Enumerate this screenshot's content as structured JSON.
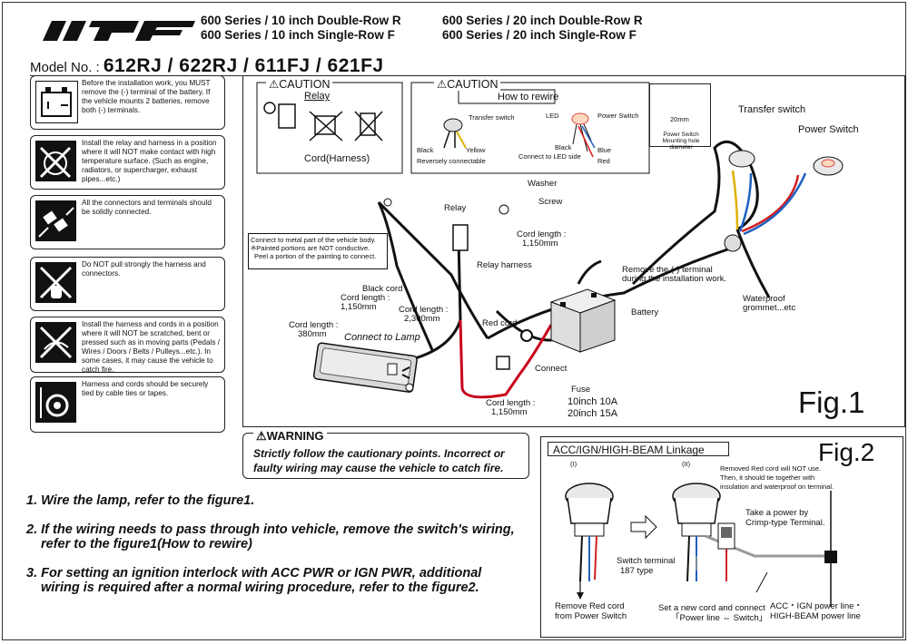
{
  "header": {
    "brand": "IPF",
    "series": [
      "600 Series / 10 inch Double-Row R",
      "600 Series / 10 inch Single-Row F",
      "600 Series / 20 inch Double-Row R",
      "600 Series / 20 inch Single-Row F"
    ],
    "model_label": "Model No. :",
    "model_numbers": "612RJ / 622RJ / 611FJ / 621FJ"
  },
  "cautions": [
    {
      "icon": "battery-terminal-icon",
      "text": "Before the installation work, you MUST remove the (-) terminal of the battery. If the vehicle mounts 2 batteries, remove both (-) terminals."
    },
    {
      "icon": "engine-heat-icon",
      "text": "Install the relay and harness in a position where it will NOT make contact with high temperature surface. (Such as engine, radiators, or supercharger, exhaust pipes...etc.)"
    },
    {
      "icon": "connector-icon",
      "text": "All the connectors and terminals should be solidly connected."
    },
    {
      "icon": "no-pull-icon",
      "text": "Do NOT pull strongly the harness and connectors."
    },
    {
      "icon": "moving-parts-icon",
      "text": "Install the harness and cords in a position where it will NOT be scratched, bent or pressed such as in moving parts (Pedals / Wires / Doors / Belts / Pulleys...etc.). In some cases, it may cause the vehicle to catch fire."
    },
    {
      "icon": "cable-tie-icon",
      "text": "Harness and cords should be securely tied by cable ties or tapes."
    }
  ],
  "figure1": {
    "caution1": {
      "title": "CAUTION",
      "relay": "Relay",
      "cord": "Cord(Harness)"
    },
    "caution2": {
      "title": "CAUTION",
      "rewire": "How to rewire",
      "transfer_switch": "Transfer switch",
      "black": "Black",
      "yellow": "Yellow",
      "reversely": "Reversely connectable",
      "led": "LED",
      "power_switch": "Power Switch",
      "black2": "Black",
      "blue": "Blue",
      "led_side": "Connect to LED side",
      "red": "Red"
    },
    "hole": {
      "size": "20mm",
      "caption": "Power Switch Mounting hole diameter"
    },
    "labels": {
      "transfer_switch": "Transfer switch",
      "power_switch": "Power Switch",
      "washer": "Washer",
      "screw": "Screw",
      "relay": "Relay",
      "cord_length_1150_a": "Cord length :",
      "len_1150_a": "1,150mm",
      "metal_note_1": "Connect to metal part of the vehicle body.",
      "metal_note_2": "※Painted portions are NOT conductive.",
      "metal_note_3": "Peel a portion of the painting to connect.",
      "relay_harness": "Relay harness",
      "remove_terminal_1": "Remove the (-) terminal",
      "remove_terminal_2": "during the installation work.",
      "waterproof_1": "Waterproof",
      "waterproof_2": "grommet...etc",
      "black_cord": "Black cord",
      "cord_length_1150_b": "Cord length :",
      "len_1150_b": "1,150mm",
      "cord_length_2300": "Cord length :",
      "len_2300": "2,300mm",
      "battery": "Battery",
      "cord_length_380": "Cord length :",
      "len_380": "380mm",
      "connect_to_lamp": "Connect to Lamp",
      "red_cord": "Red cord",
      "connect": "Connect",
      "fuse": "Fuse",
      "cord_length_1150_c": "Cord length :",
      "len_1150_c": "1,150mm",
      "fuse_10": "10inch 10A",
      "fuse_20": "20inch 15A",
      "fig": "Fig.1"
    }
  },
  "warning": {
    "title": "WARNING",
    "text": "Strictly follow the cautionary points. Incorrect or faulty wiring may cause the vehicle to catch fire."
  },
  "steps": [
    {
      "line1": "1. Wire the lamp, refer to the figure1.",
      "line2": ""
    },
    {
      "line1": "2. If the wiring needs to pass through into vehicle, remove the switch's wiring,",
      "line2": "refer to  the figure1(How to rewire)"
    },
    {
      "line1": "3. For setting an ignition interlock with ACC PWR or IGN PWR, additional",
      "line2": "wiring is required after a normal wiring procedure, refer to the figure2."
    }
  ],
  "figure2": {
    "title": "ACC/IGN/HIGH-BEAM Linkage",
    "fig": "Fig.2",
    "step_i": "(I)",
    "step_ii": "(II)",
    "removed_note_1": "Removed Red cord will NOT use.",
    "removed_note_2": "Then, it should tie together with",
    "removed_note_3": "insulation and waterproof on terminal.",
    "take_power_1": "Take a power by",
    "take_power_2": "Crimp-type Terminal.",
    "switch_terminal_1": "Switch terminal",
    "switch_terminal_2": "187 type",
    "remove_red_1": "Remove Red cord",
    "remove_red_2": "from Power Switch",
    "new_cord_1": "Set a new cord and connect",
    "new_cord_2": "「Power line ⇔ Switch」",
    "power_line_1": "ACC・IGN power line・",
    "power_line_2": "HIGH-BEAM power line"
  }
}
